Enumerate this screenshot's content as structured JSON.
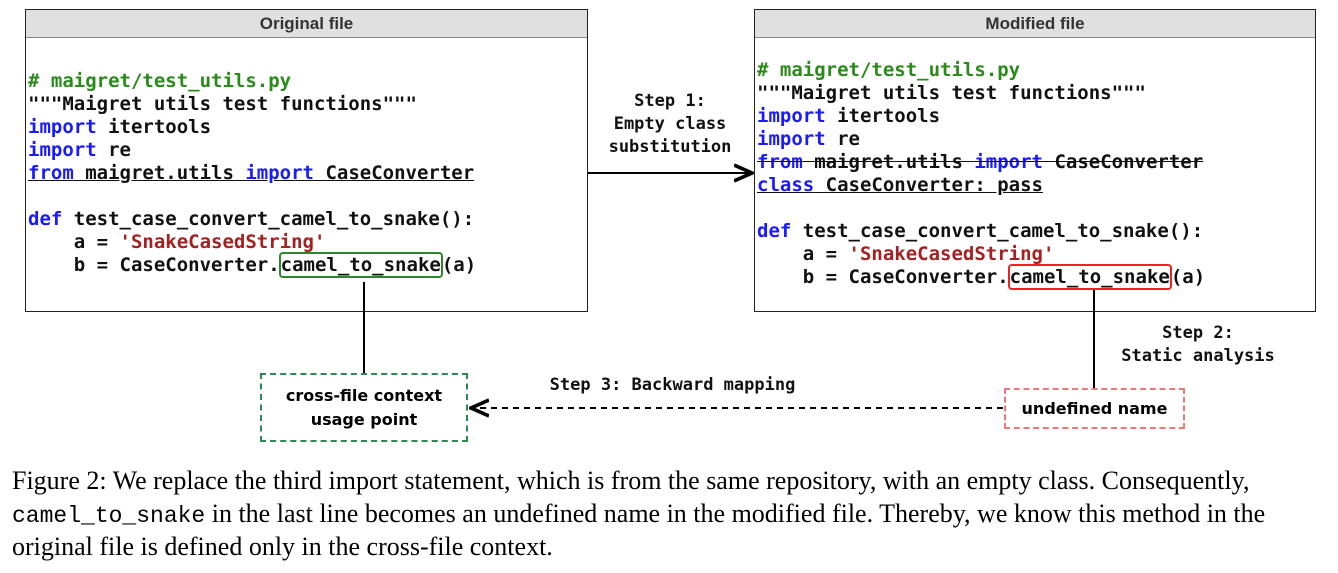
{
  "original": {
    "title": "Original file",
    "lines": {
      "l1": "# maigret/test_utils.py",
      "l2": "\"\"\"Maigret utils test functions\"\"\"",
      "import": "import",
      "itertools": " itertools",
      "re": " re",
      "from": "from",
      "mod": " maigret.utils ",
      "cc": " CaseConverter",
      "def": "def",
      "fn": " test_case_convert_camel_to_snake():",
      "a": "    a = ",
      "astr": "'SnakeCasedString'",
      "b": "    b = CaseConverter.",
      "call": "camel_to_snake",
      "arg": "(a)"
    }
  },
  "modified": {
    "title": "Modified file",
    "lines": {
      "class": "class",
      "classrest": " CaseConverter: pass"
    }
  },
  "steps": {
    "s1": "Step 1:\nEmpty class\nsubstitution",
    "s2": "Step 2:\nStatic analysis",
    "s3": "Step 3: Backward mapping"
  },
  "boxes": {
    "usage": "cross-file context\nusage point",
    "undef": "undefined name"
  },
  "colors": {
    "green": "#2a8a2a",
    "red": "#ee2222",
    "green_dash": "#2a8a50",
    "red_dash": "#ee7777"
  },
  "caption": {
    "p1": "Figure 2: We replace the third import statement, which is from the same repository, with an empty class. Consequently, ",
    "code": "camel_to_snake",
    "p2": " in the last line becomes an undefined name in the modified file. Thereby, we know this method in the original file is defined only in the cross-file context."
  }
}
